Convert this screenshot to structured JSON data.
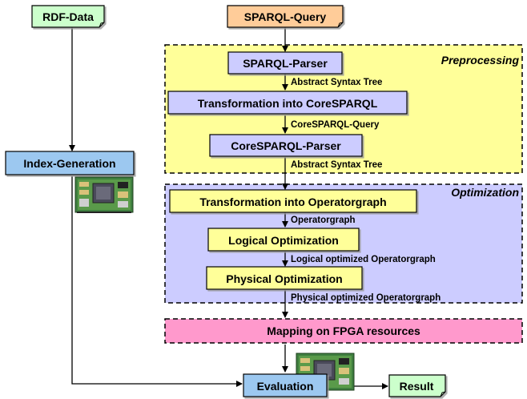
{
  "inputs": {
    "rdf_data": "RDF-Data",
    "sparql_query": "SPARQL-Query"
  },
  "regions": {
    "preprocessing": "Preprocessing",
    "optimization": "Optimization"
  },
  "stages": {
    "sparql_parser": "SPARQL-Parser",
    "transformation_coresparql": "Transformation into CoreSPARQL",
    "coresparql_parser": "CoreSPARQL-Parser",
    "index_generation": "Index-Generation",
    "transformation_operatorgraph": "Transformation into Operatorgraph",
    "logical_optimization": "Logical Optimization",
    "physical_optimization": "Physical Optimization",
    "mapping_fpga": "Mapping on FPGA resources",
    "evaluation": "Evaluation",
    "result": "Result"
  },
  "edge_labels": {
    "ast_1": "Abstract Syntax Tree",
    "coresparql_query": "CoreSPARQL-Query",
    "ast_2": "Abstract Syntax Tree",
    "operatorgraph": "Operatorgraph",
    "logical_opt_graph": "Logical optimized Operatorgraph",
    "physical_opt_graph": "Physical optimized Operatorgraph"
  },
  "colors": {
    "input_green": "#ccffcc",
    "query_orange": "#ffcc99",
    "stage_lavender": "#ccccff",
    "stage_blue": "#9cc8f0",
    "stage_yellow": "#ffff99",
    "region_yellow": "#ffff99",
    "region_lavender": "#ccccff",
    "region_pink": "#ff99cc",
    "pcb_green": "#3f7f3f"
  },
  "icons": [
    "fpga-board-icon",
    "fpga-board-icon"
  ]
}
